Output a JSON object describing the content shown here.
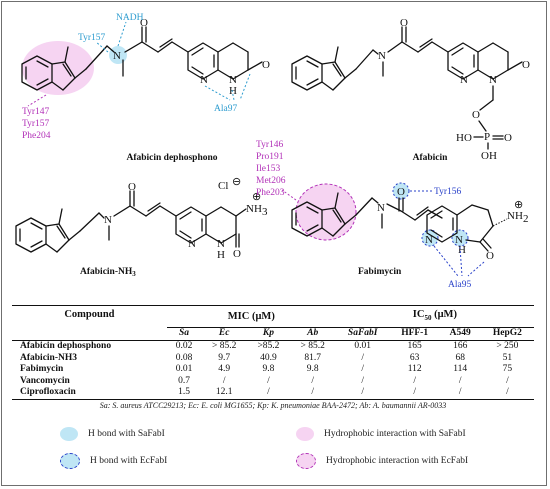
{
  "molecules": {
    "afabicin_dephosphono": {
      "name": "Afabicin dephosphono",
      "labels": {
        "nadh": "NADH",
        "tyr157": "Tyr157",
        "ala97": "Ala97",
        "hydrophobic": [
          "Tyr147",
          "Tyr157",
          "Phe204"
        ]
      }
    },
    "afabicin": {
      "name": "Afabicin",
      "phosphate_top": "O",
      "phosphate_p": "P",
      "phosphate_o_right": "O",
      "phosphate_ho1": "HO",
      "phosphate_ho2": "OH"
    },
    "afabicin_nh3": {
      "name": "Afabicin-NH",
      "name_sub": "3",
      "counterion": "Cl",
      "counterion_charge": "⊖",
      "amine": "NH",
      "amine_sub": "3",
      "amine_charge": "⊕"
    },
    "fabimycin": {
      "name": "Fabimycin",
      "labels": {
        "tyr156": "Tyr156",
        "ala95": "Ala95",
        "hydrophobic": [
          "Tyr146",
          "Pro191",
          "Ile153",
          "Met206",
          "Phe203"
        ]
      },
      "amine": "NH",
      "amine_sub": "2",
      "amine_charge": "⊕"
    }
  },
  "atoms": {
    "N": "N",
    "O": "O",
    "H": "H"
  },
  "table": {
    "header": {
      "compound": "Compound",
      "mic": "MIC (μM)",
      "ic50_pre": "IC",
      "ic50_sub": "50",
      "ic50_post": " (μM)"
    },
    "columns": [
      "Sa",
      "Ec",
      "Kp",
      "Ab",
      "SaFabI",
      "HFF-1",
      "A549",
      "HepG2"
    ],
    "rows": [
      {
        "compound": "Afabicin dephosphono",
        "values": [
          "0.02",
          "> 85.2",
          ">85.2",
          "> 85.2",
          "0.01",
          "165",
          "166",
          "> 250"
        ]
      },
      {
        "compound": "Afabicin-NH3",
        "values": [
          "0.08",
          "9.7",
          "40.9",
          "81.7",
          "/",
          "63",
          "68",
          "51"
        ]
      },
      {
        "compound": "Fabimycin",
        "values": [
          "0.01",
          "4.9",
          "9.8",
          "9.8",
          "/",
          "112",
          "114",
          "75"
        ]
      },
      {
        "compound": "Vancomycin",
        "values": [
          "0.7",
          "/",
          "/",
          "/",
          "/",
          "/",
          "/",
          "/"
        ]
      },
      {
        "compound": "Ciprofloxacin",
        "values": [
          "1.5",
          "12.1",
          "/",
          "/",
          "/",
          "/",
          "/",
          "/"
        ]
      }
    ]
  },
  "footnote": "Sa: S. aureus ATCC29213; Ec: E. coli MG1655; Kp: K. pneumoniae BAA-2472; Ab: A. baumannii AR-0033",
  "legend": {
    "items": [
      {
        "label": "H bond with SaFabI",
        "color": "#bfe6f5"
      },
      {
        "label": "Hydrophobic interaction with SaFabI",
        "color": "#f6d4f2"
      },
      {
        "label": "H bond with EcFabI",
        "color": "#bfe6f5"
      },
      {
        "label": "Hydrophobic interaction with EcFabI",
        "color": "#f6d4f2"
      }
    ]
  },
  "colors": {
    "h_bond_text": "#2d9ccf",
    "hydrophobic_text": "#b232b8",
    "ec_text": "#2a42c9",
    "h_bond_fill": "#bfe6f5",
    "hydrophobic_fill": "#f6d4f2"
  }
}
